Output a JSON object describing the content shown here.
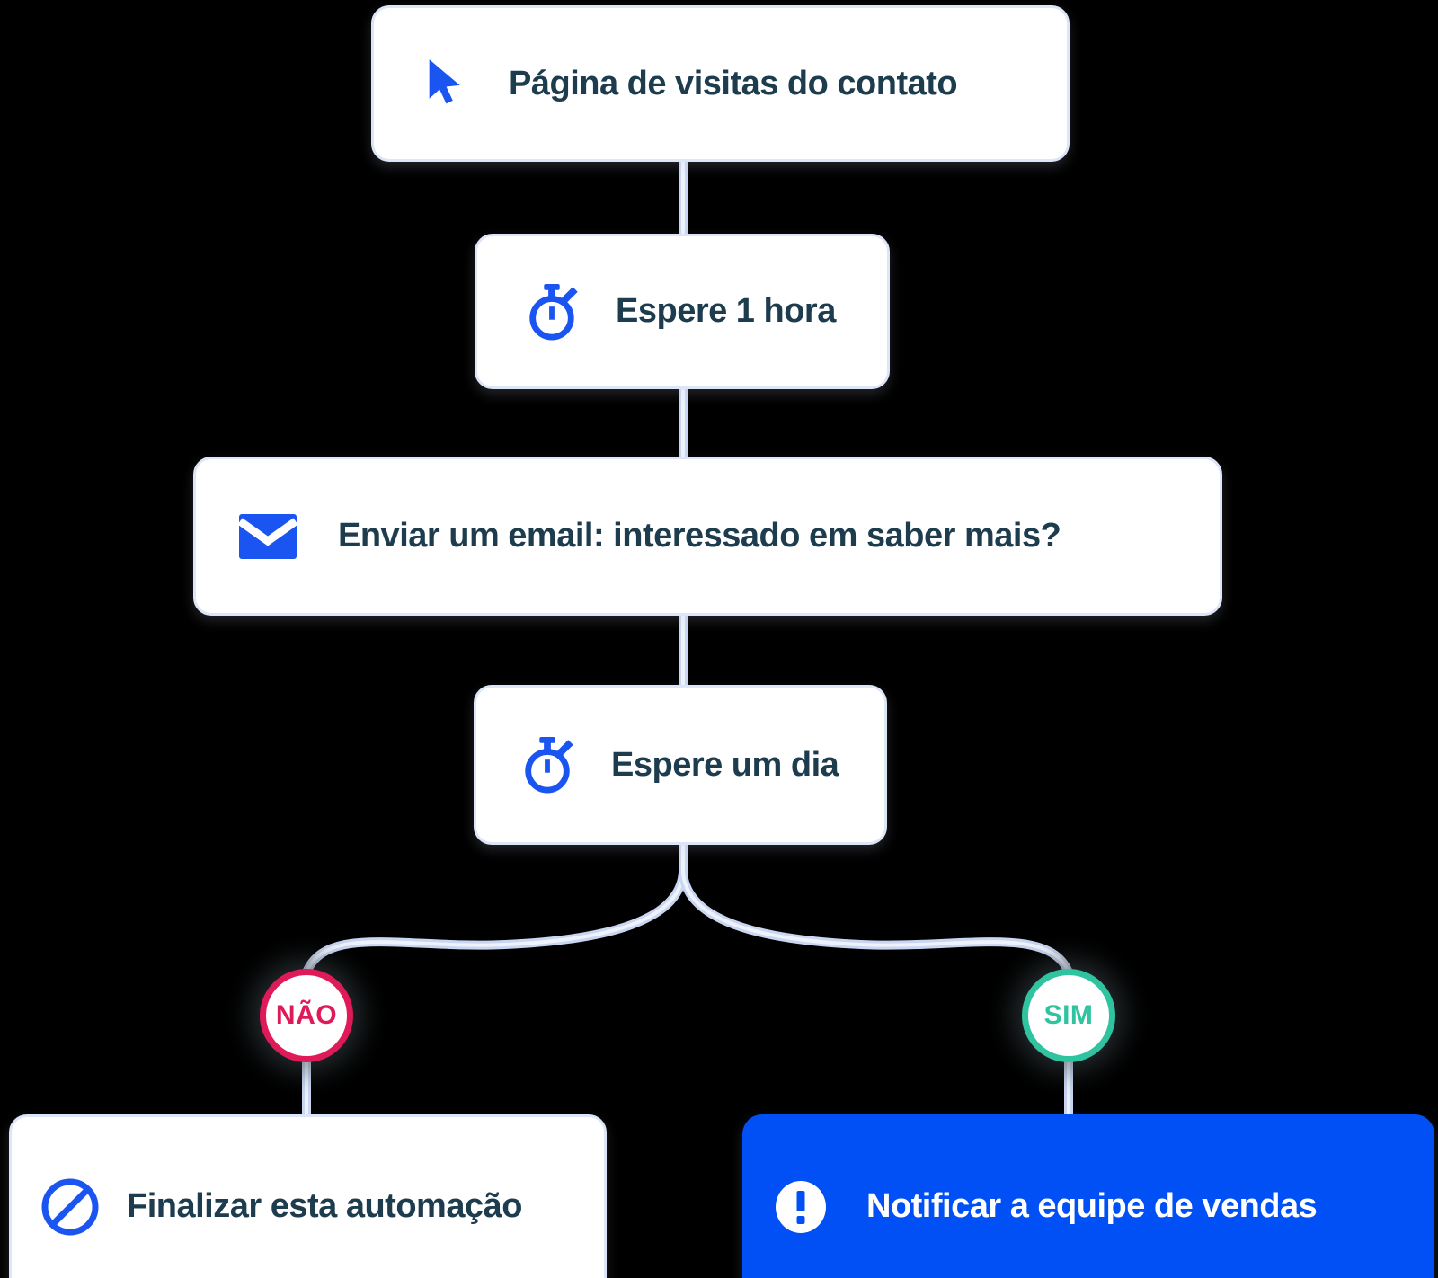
{
  "flow": {
    "nodes": [
      {
        "id": "page-visit",
        "label": "Página de visitas do contato",
        "icon": "cursor-icon"
      },
      {
        "id": "wait-1-hour",
        "label": "Espere 1 hora",
        "icon": "stopwatch-icon"
      },
      {
        "id": "send-email",
        "label": "Enviar um email: interessado em saber mais?",
        "icon": "email-icon"
      },
      {
        "id": "wait-1-day",
        "label": "Espere um dia",
        "icon": "stopwatch-icon"
      },
      {
        "id": "end-automation",
        "label": "Finalizar esta automação",
        "icon": "block-icon"
      },
      {
        "id": "notify-sales",
        "label": "Notificar a equipe de vendas",
        "icon": "alert-icon"
      }
    ],
    "branch_labels": {
      "no": "NÃO",
      "yes": "SIM"
    }
  },
  "colors": {
    "brand_blue": "#0050f5",
    "icon_blue": "#1a55f2",
    "text_dark": "#1d3c4e",
    "no_red": "#df1a58",
    "yes_teal": "#2fc3a0",
    "connector": "#c9d6f1",
    "box_border": "#dde6f8",
    "box_background": "#ffffff"
  }
}
